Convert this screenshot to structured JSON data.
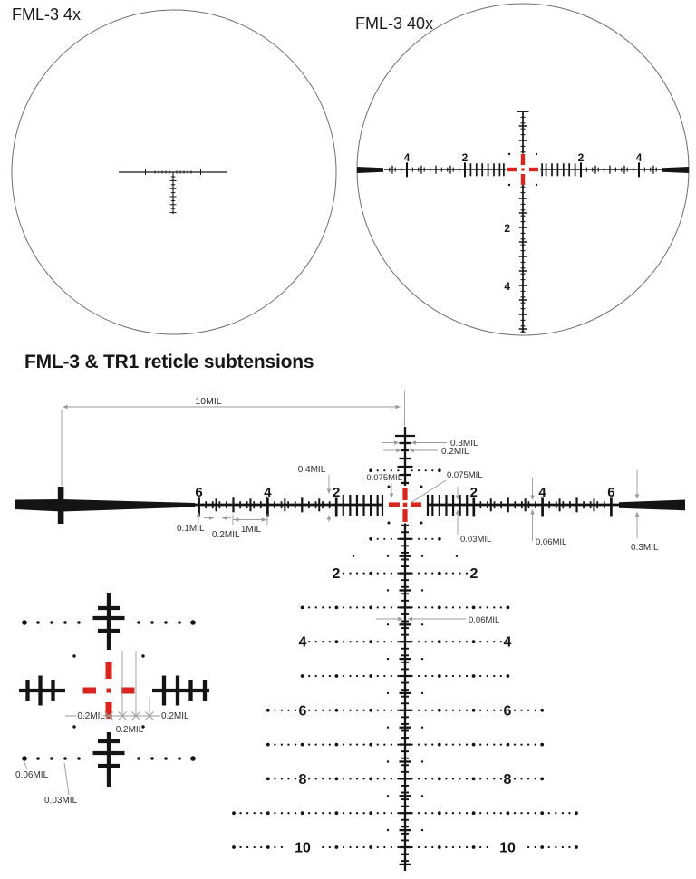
{
  "colors": {
    "ink": "#141414",
    "red": "#d8261f",
    "leader_gray": "#9a9a9a",
    "annotation_text": "#2e2e2e",
    "circle_outline": "#6e6e6e"
  },
  "scope_4x": {
    "label": "FML-3 4x"
  },
  "scope_40x": {
    "label": "FML-3 40x",
    "h_numbers": [
      "4",
      "2",
      "2",
      "4"
    ],
    "v_numbers": [
      "2",
      "4"
    ]
  },
  "section_title": "FML-3 & TR1 reticle subtensions",
  "main": {
    "scale_numbers_left": [
      "6",
      "4",
      "2"
    ],
    "scale_numbers_right": [
      "2",
      "4",
      "6"
    ],
    "tree_numbers": [
      "2",
      "4",
      "6",
      "8",
      "10"
    ],
    "annotations": {
      "dim_10mil": "10MIL",
      "post_wide_tick": "0.3MIL",
      "post_small_tick": "0.2MIL",
      "two_tick_height": "0.4MIL",
      "center_gap_left": "0.075MIL",
      "center_gap_right": "0.075MIL",
      "edge_tick_height": "0.1MIL",
      "tick_spacing": "0.2MIL",
      "mil_spacing": "1MIL",
      "dot_diameter": "0.03MIL",
      "line_thickness": "0.06MIL",
      "bar_thickness": "0.3MIL",
      "tree_line_thickness": "0.06MIL"
    }
  },
  "inset": {
    "annotations": {
      "left_dash": "0.2MIL",
      "gap": "0.2MIL",
      "right_dash": "0.2MIL",
      "large_dot": "0.06MIL",
      "small_dot": "0.03MIL"
    }
  }
}
